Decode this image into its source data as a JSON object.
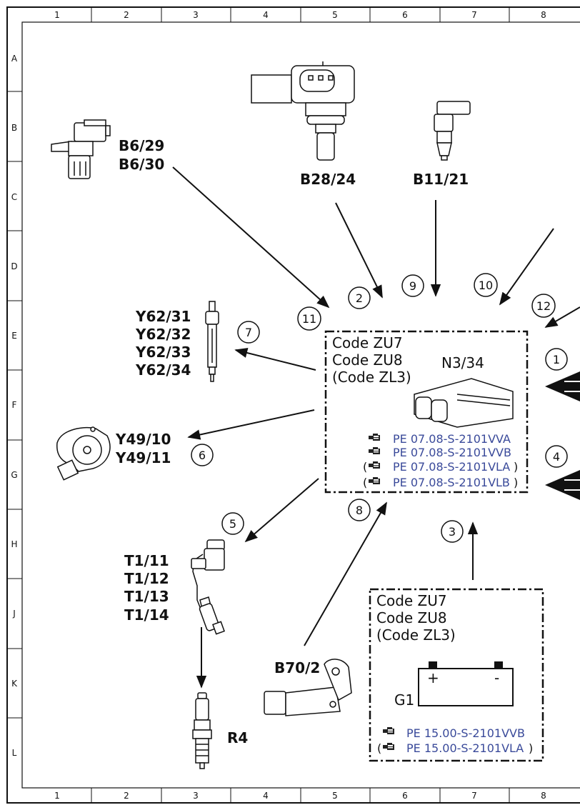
{
  "grid": {
    "columns": [
      "1",
      "2",
      "3",
      "4",
      "5",
      "6",
      "7",
      "8"
    ],
    "rows": [
      "A",
      "B",
      "C",
      "D",
      "E",
      "F",
      "G",
      "H",
      "J",
      "K",
      "L"
    ]
  },
  "components": {
    "b6": [
      "B6/29",
      "B6/30"
    ],
    "b28": "B28/24",
    "b11": "B11/21",
    "y62": [
      "Y62/31",
      "Y62/32",
      "Y62/33",
      "Y62/34"
    ],
    "y49": [
      "Y49/10",
      "Y49/11"
    ],
    "t1": [
      "T1/11",
      "T1/12",
      "T1/13",
      "T1/14"
    ],
    "r4": "R4",
    "b70": "B70/2",
    "g1": "G1"
  },
  "ecu_box": {
    "codes": [
      "Code ZU7",
      "Code ZU8",
      "(Code ZL3)"
    ],
    "name": "N3/34",
    "refs": [
      {
        "prefix": "",
        "text": "PE 07.08-S-2101VVA",
        "suffix": ""
      },
      {
        "prefix": "",
        "text": "PE 07.08-S-2101VVB",
        "suffix": ""
      },
      {
        "prefix": "(",
        "text": "PE 07.08-S-2101VLA",
        "suffix": ")"
      },
      {
        "prefix": "(",
        "text": "PE 07.08-S-2101VLB",
        "suffix": ")"
      }
    ]
  },
  "battery_box": {
    "codes": [
      "Code ZU7",
      "Code ZU8",
      "(Code ZL3)"
    ],
    "plus": "+",
    "minus": "-",
    "refs": [
      {
        "prefix": "",
        "text": "PE 15.00-S-2101VVB",
        "suffix": ""
      },
      {
        "prefix": "(",
        "text": "PE 15.00-S-2101VLA",
        "suffix": ")"
      }
    ]
  },
  "callouts": [
    "1",
    "2",
    "3",
    "4",
    "5",
    "6",
    "7",
    "8",
    "9",
    "10",
    "11",
    "12"
  ],
  "colors": {
    "line": "#111111",
    "ref_link": "#3a4a9a"
  },
  "icons": [
    "hand-pointer-icon"
  ]
}
